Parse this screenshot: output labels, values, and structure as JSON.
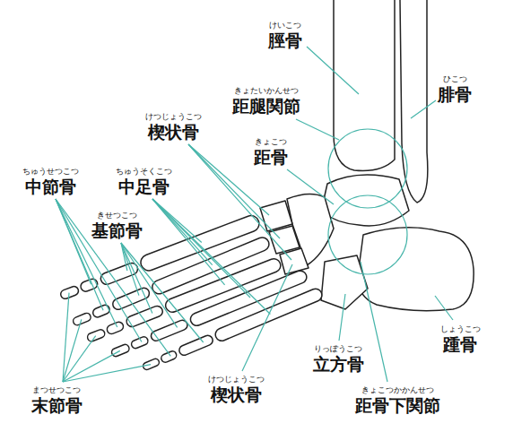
{
  "diagram": {
    "labels": [
      "けいこつ",
      "脛骨",
      "ひこつ",
      "腓骨",
      "きょたいかんせつ",
      "距腿関節",
      "けつじょうこつ",
      "楔状骨",
      "きょこつ",
      "距骨",
      "ちゅうせつこつ",
      "中節骨",
      "ちゅうそくこつ",
      "中足骨",
      "きせつこつ",
      "基節骨",
      "りっぽうこつ",
      "立方骨",
      "しょうこつ",
      "踵骨",
      "けつじょうこつ",
      "楔状骨",
      "きょこつかかんせつ",
      "距骨下関節",
      "まつせつこつ",
      "末節骨"
    ]
  }
}
